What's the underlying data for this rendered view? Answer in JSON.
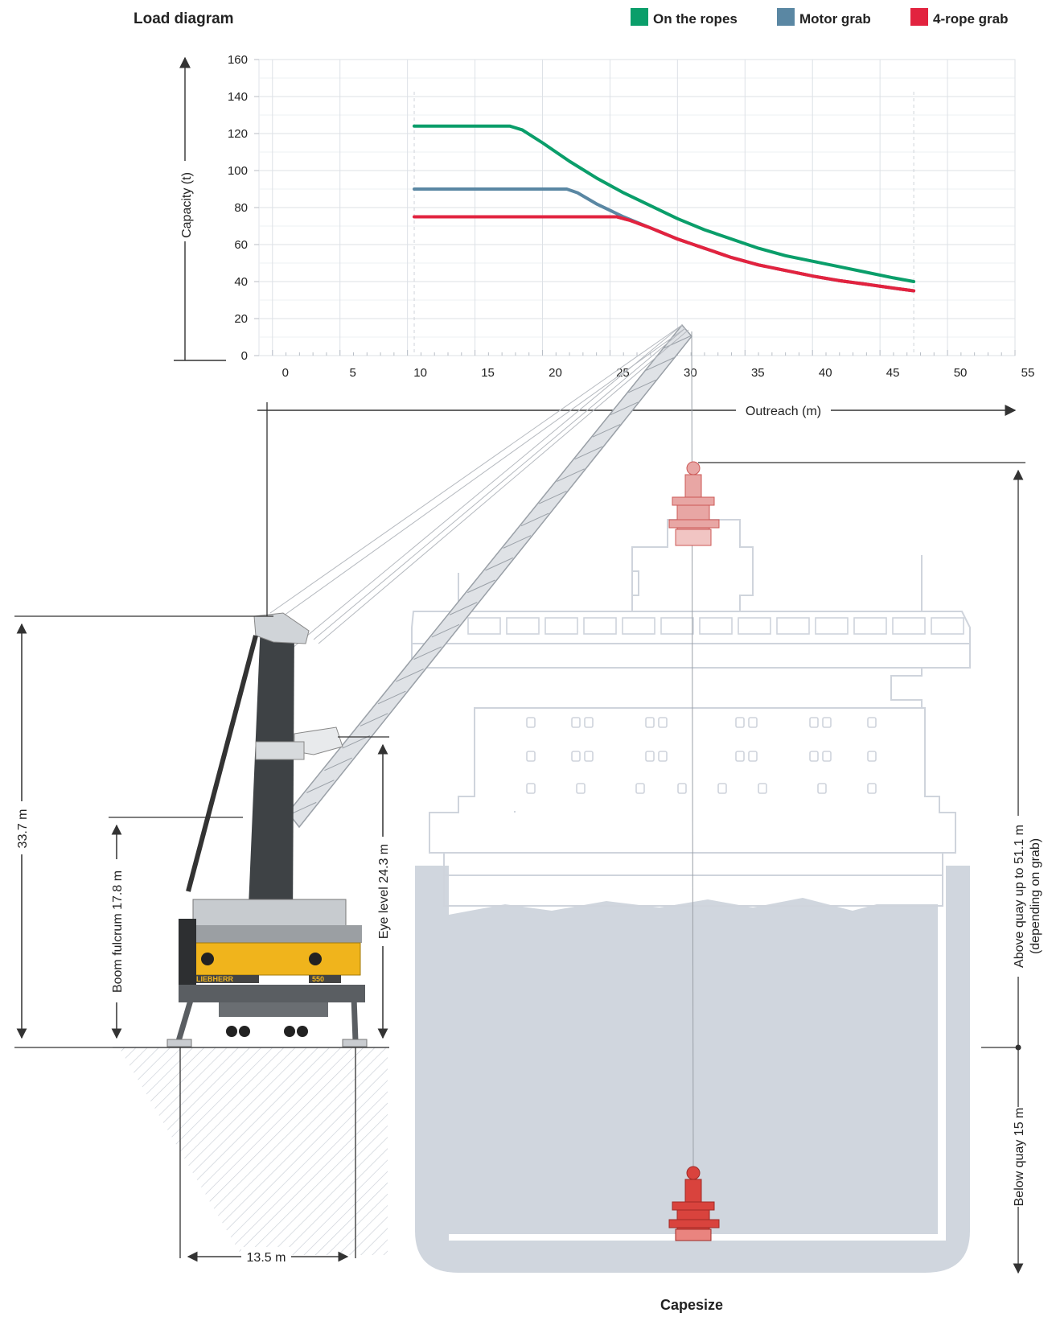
{
  "title": "Load diagram",
  "legend": [
    {
      "label": "On the ropes",
      "color": "#0a9e6a"
    },
    {
      "label": "Motor grab",
      "color": "#5a87a3"
    },
    {
      "label": "4-rope grab",
      "color": "#e2233f"
    }
  ],
  "chart_data": {
    "type": "line",
    "title": "Load diagram",
    "xlabel": "Outreach (m)",
    "ylabel": "Capacity (t)",
    "xlim": [
      -1,
      55
    ],
    "ylim": [
      0,
      160
    ],
    "x_ticks": [
      0,
      5,
      10,
      15,
      20,
      25,
      30,
      35,
      40,
      45,
      50,
      55
    ],
    "y_ticks": [
      0,
      20,
      40,
      60,
      80,
      100,
      120,
      140,
      160
    ],
    "grid": true,
    "legend_position": "top-right",
    "series": [
      {
        "name": "On the ropes",
        "color": "#0a9e6a",
        "x": [
          10.5,
          17.6,
          18.5,
          20,
          22,
          24,
          26,
          28,
          30,
          32,
          34,
          36,
          38,
          40,
          42,
          44,
          46,
          47.5
        ],
        "y": [
          124,
          124,
          122,
          115,
          105,
          96,
          88,
          81,
          74,
          68,
          63,
          58,
          54,
          51,
          48,
          45,
          42,
          40
        ]
      },
      {
        "name": "Motor grab",
        "color": "#5a87a3",
        "x": [
          10.5,
          21.8,
          22.6,
          24,
          26,
          28,
          30,
          32,
          34,
          36,
          38,
          40,
          42,
          44,
          46,
          47.5
        ],
        "y": [
          90,
          90,
          88,
          82,
          75,
          69,
          63,
          58,
          53,
          49,
          46,
          43,
          40.5,
          38.5,
          36.5,
          35
        ]
      },
      {
        "name": "4-rope grab",
        "color": "#e2233f",
        "x": [
          10.5,
          25.5,
          26.5,
          28,
          30,
          32,
          34,
          36,
          38,
          40,
          42,
          44,
          46,
          47.5
        ],
        "y": [
          75,
          75,
          73,
          69,
          63,
          58,
          53,
          49,
          46,
          43,
          40.5,
          38.5,
          36.5,
          35
        ]
      }
    ]
  },
  "dimensions": {
    "height_total": "33.7 m",
    "boom_fulcrum": "Boom fulcrum 17.8 m",
    "eye_level": "Eye level 24.3 m",
    "above_quay": "Above quay up to 51.1 m",
    "above_quay_note": "(depending on grab)",
    "below_quay": "Below quay 15 m",
    "base_width": "13.5 m"
  },
  "crane": {
    "brand": "LIEBHERR",
    "model": "550"
  },
  "vessel_label": "Capesize"
}
